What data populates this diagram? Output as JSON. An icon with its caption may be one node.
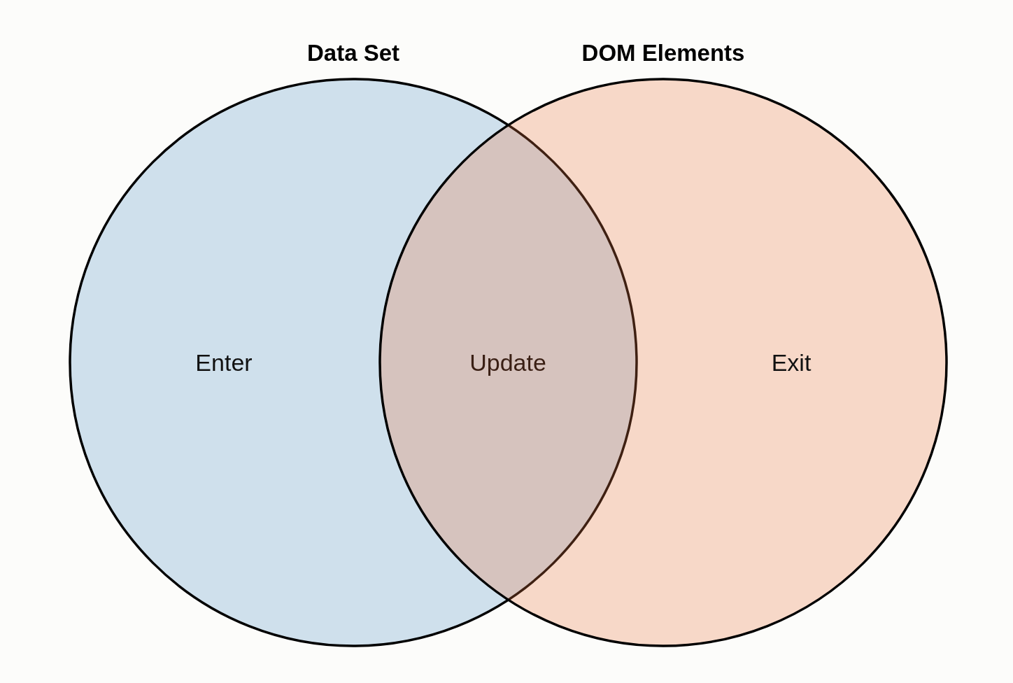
{
  "diagram": {
    "nodes": [
      {
        "text": [
          "Data Set",
          "Enter"
        ]
      },
      {
        "text": [
          "DOM Elements",
          "Exit"
        ]
      }
    ],
    "labels": [
      "Update"
    ]
  }
}
